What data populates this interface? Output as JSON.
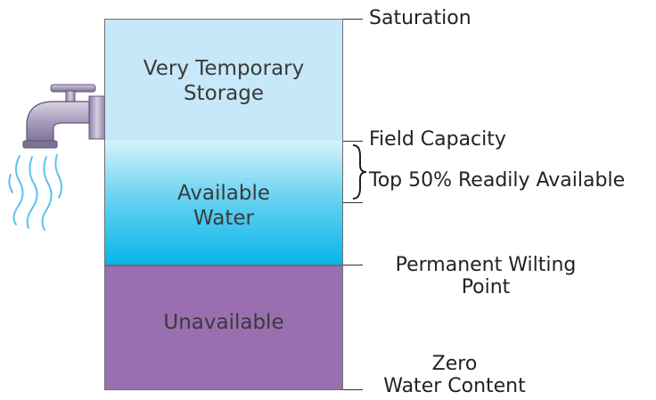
{
  "zones": {
    "storage": "Very Temporary\nStorage",
    "available": "Available\nWater",
    "unavailable": "Unavailable"
  },
  "labels": {
    "saturation": "Saturation",
    "field_capacity": "Field Capacity",
    "readily_available": "Top 50% Readily Available",
    "wilting_line1": "Permanent Wilting",
    "wilting_line2": "Point",
    "zero_line1": "Zero",
    "zero_line2": "Water Content"
  },
  "colors": {
    "storage": "#c6e8f8",
    "available_top": "#d7f3fc",
    "available_bottom": "#07b5ea",
    "unavailable": "#9a6fb0"
  },
  "icons": [
    "faucet-icon",
    "water-stream-icon",
    "brace-icon"
  ]
}
